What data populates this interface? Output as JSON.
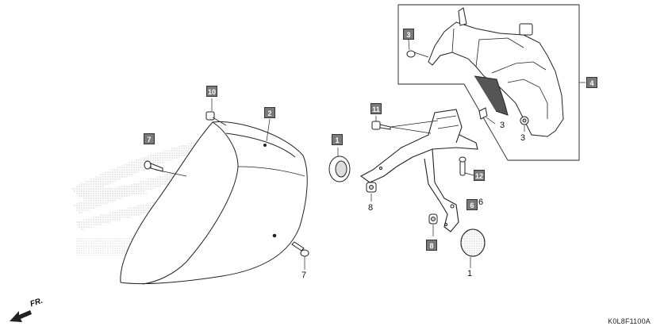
{
  "diagram": {
    "code": "K0L8F1100A",
    "direction_label": "FR.",
    "callouts": {
      "c1_box": "1",
      "c1_plain": "1",
      "c2": "2",
      "c3_box": "3",
      "c3_plain_a": "3",
      "c3_plain_b": "3",
      "c4": "4",
      "c6_box": "6",
      "c6_plain": "6",
      "c7_box": "7",
      "c7_plain": "7",
      "c8_box": "8",
      "c8_plain": "8",
      "c10": "10",
      "c11": "11",
      "c12": "12"
    },
    "colors": {
      "callout_fill": "#7a7a7a",
      "line": "#222222",
      "background": "#ffffff"
    }
  }
}
